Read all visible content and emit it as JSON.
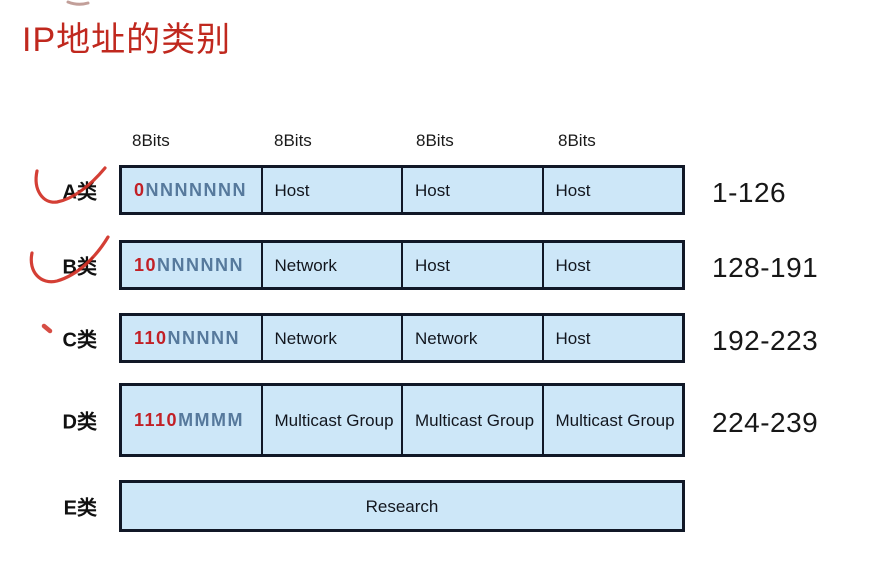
{
  "title": "IP地址的类别",
  "bit_headers": [
    "8Bits",
    "8Bits",
    "8Bits",
    "8Bits"
  ],
  "rows": [
    {
      "label": "A类",
      "prefix": "0",
      "bits": "NNNNNNN",
      "cell2": "Host",
      "cell3": "Host",
      "cell4": "Host",
      "range": "1-126"
    },
    {
      "label": "B类",
      "prefix": "10",
      "bits": "NNNNNN",
      "cell2": "Network",
      "cell3": "Host",
      "cell4": "Host",
      "range": "128-191"
    },
    {
      "label": "C类",
      "prefix": "110",
      "bits": "NNNNN",
      "cell2": "Network",
      "cell3": "Network",
      "cell4": "Host",
      "range": "192-223"
    },
    {
      "label": "D类",
      "prefix": "1110",
      "bits": "MMMM",
      "cell2": "Multicast Group",
      "cell3": "Multicast Group",
      "cell4": "Multicast Group",
      "range": "224-239"
    },
    {
      "label": "E类",
      "research": "Research"
    }
  ],
  "annotations": {
    "checkmark_a": "hand-drawn red checkmark over A类",
    "checkmark_b": "hand-drawn red checkmark over B类",
    "dot_c": "small red pen dot left of C类",
    "top_mark": "small pen smudge at top edge"
  },
  "colors": {
    "title_red": "#c0281e",
    "prefix_red": "#c22026",
    "bits_blue": "#56799c",
    "cell_fill": "#cde7f8",
    "cell_border": "#111827",
    "annotation_red": "#d02f24",
    "top_mark_color": "#a8766e"
  }
}
